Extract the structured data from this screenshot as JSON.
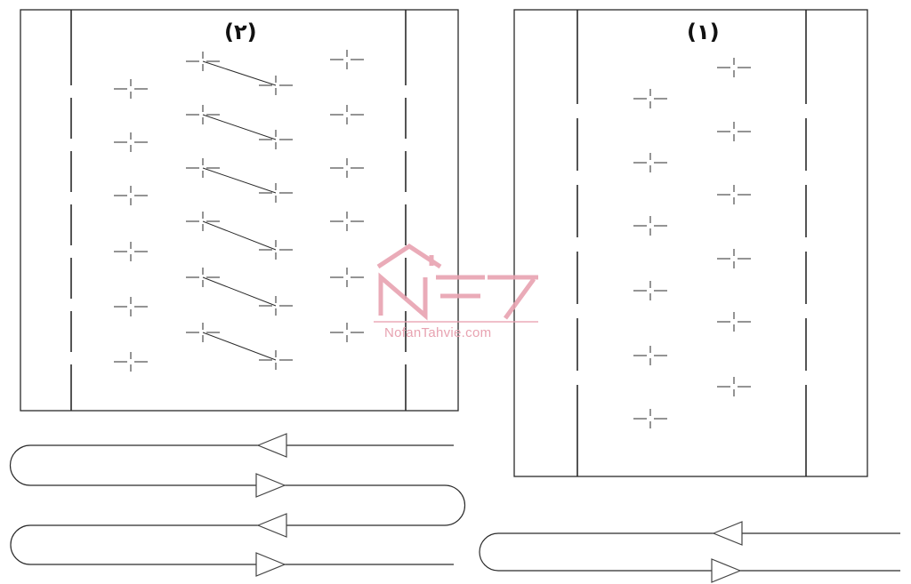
{
  "panels": {
    "left": {
      "title": "(۲)"
    },
    "right": {
      "title": "(۱)"
    }
  },
  "watermark": {
    "text": "NofanTahvie.com",
    "color": "#e8a3b1"
  },
  "colors": {
    "line": "#2a2a2a",
    "arrow": "#444444"
  }
}
